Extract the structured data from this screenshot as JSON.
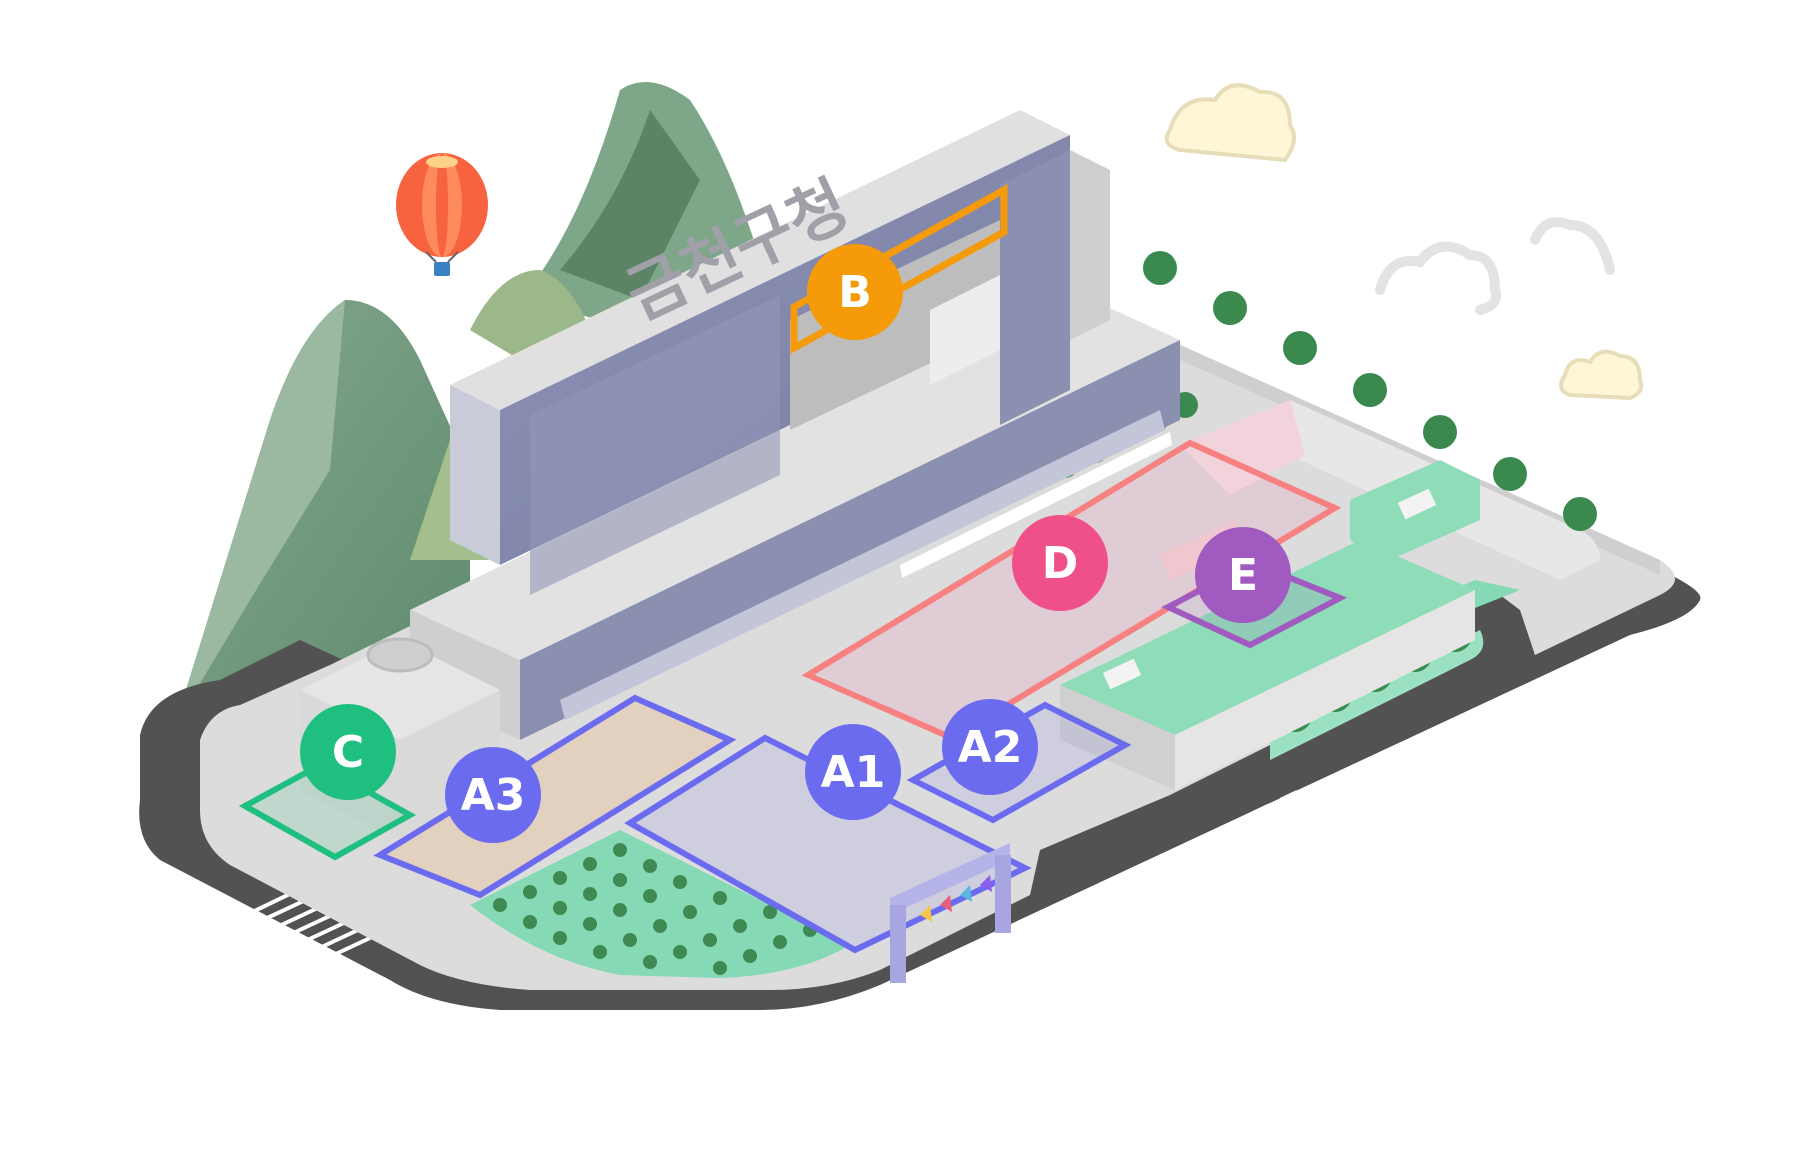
{
  "building_sign": "금천구청",
  "colors": {
    "zone_a": "#6b6bf0",
    "zone_b": "#f59a08",
    "zone_c": "#1fbf80",
    "zone_d": "#f0508a",
    "zone_e": "#a15bc0",
    "road": "#525252",
    "plaza": "#dcdcdc",
    "grass": "#85d9b4"
  },
  "zones": [
    {
      "id": "B",
      "label": "B",
      "color": "#f59a08"
    },
    {
      "id": "C",
      "label": "C",
      "color": "#1fbf80"
    },
    {
      "id": "D",
      "label": "D",
      "color": "#f0508a"
    },
    {
      "id": "E",
      "label": "E",
      "color": "#a15bc0"
    },
    {
      "id": "A1",
      "label": "A1",
      "color": "#6b6bf0"
    },
    {
      "id": "A2",
      "label": "A2",
      "color": "#6b6bf0"
    },
    {
      "id": "A3",
      "label": "A3",
      "color": "#6b6bf0"
    }
  ],
  "icons": [
    "hot-air-balloon-icon",
    "cloud-icon",
    "tree-icon",
    "entrance-gate-icon",
    "crosswalk-icon"
  ]
}
